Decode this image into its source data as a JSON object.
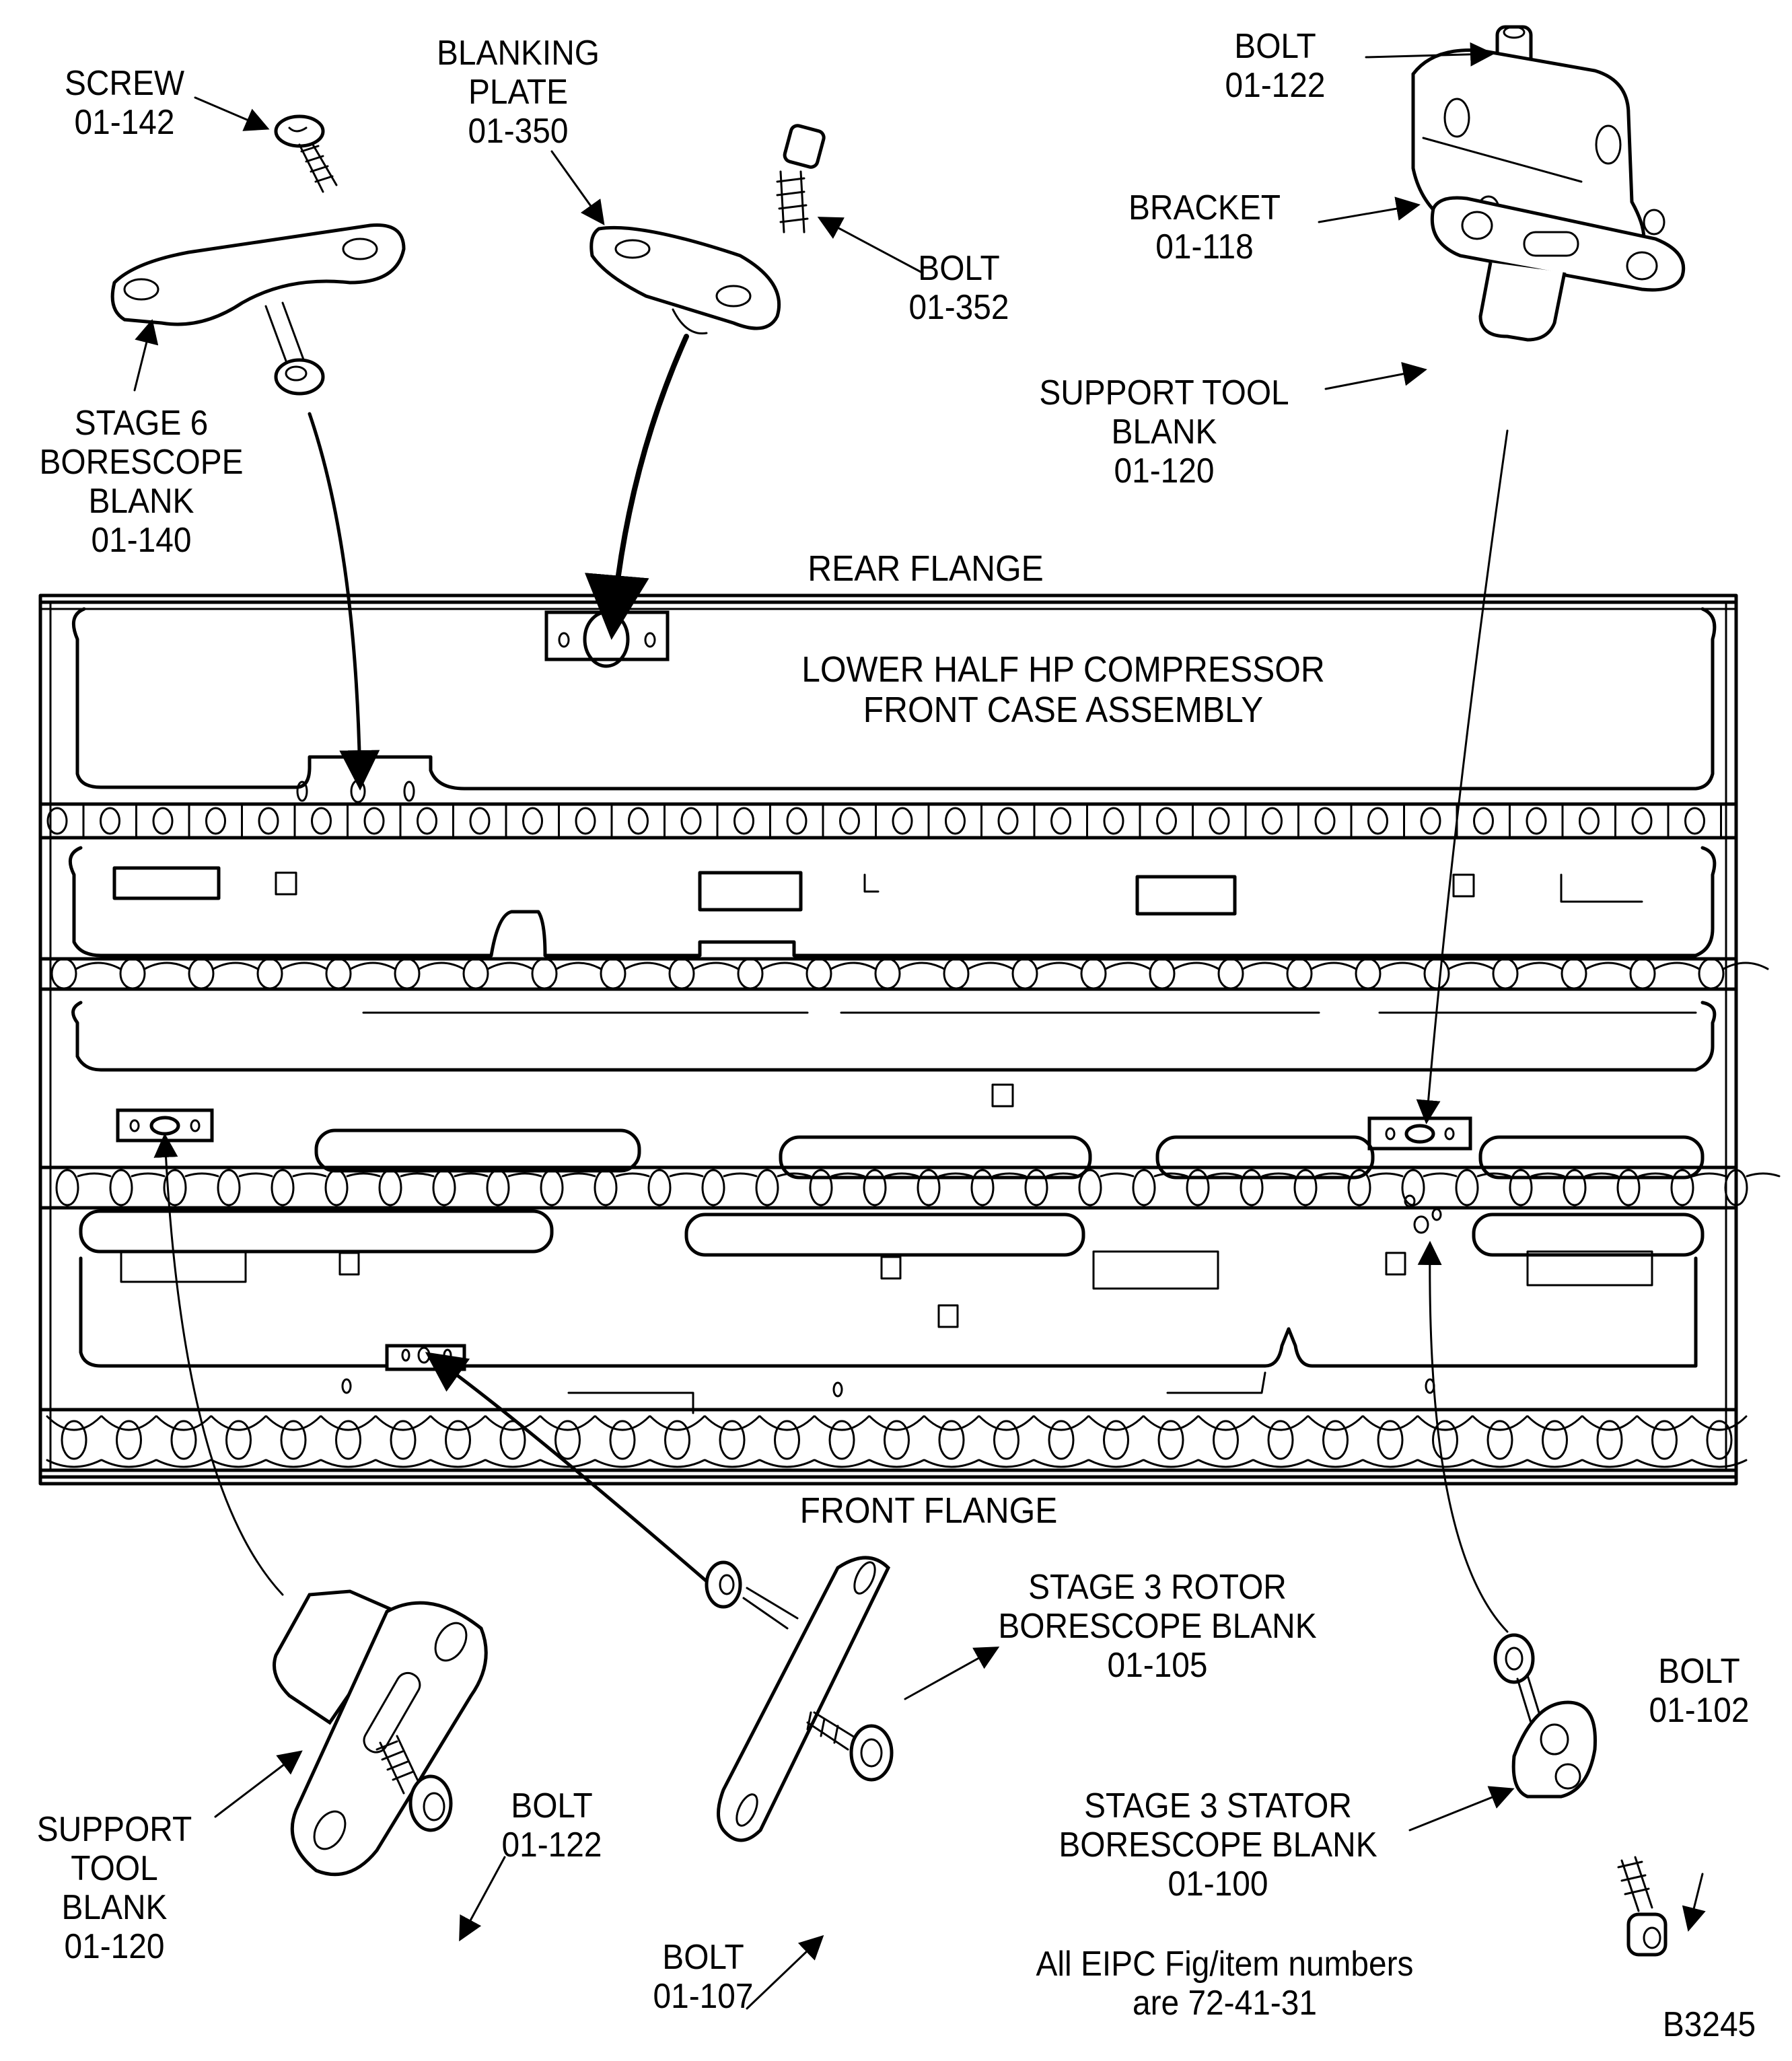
{
  "figure_id": "B3245",
  "assembly": {
    "title_lines": [
      "LOWER HALF HP COMPRESSOR",
      "FRONT CASE ASSEMBLY"
    ],
    "rear_flange_label": "REAR FLANGE",
    "front_flange_label": "FRONT FLANGE"
  },
  "callouts": [
    {
      "id": "screw-01-142",
      "lines": [
        "SCREW",
        "01-142"
      ]
    },
    {
      "id": "blanking-plate-01-350",
      "lines": [
        "BLANKING",
        "PLATE",
        "01-350"
      ]
    },
    {
      "id": "bolt-01-352",
      "lines": [
        "BOLT",
        "01-352"
      ]
    },
    {
      "id": "bolt-01-122-top",
      "lines": [
        "BOLT",
        "01-122"
      ]
    },
    {
      "id": "bracket-01-118",
      "lines": [
        "BRACKET",
        "01-118"
      ]
    },
    {
      "id": "support-tool-blank-01-120-top",
      "lines": [
        "SUPPORT TOOL",
        "BLANK",
        "01-120"
      ]
    },
    {
      "id": "stage6-borescope-blank-01-140",
      "lines": [
        "STAGE 6",
        "BORESCOPE",
        "BLANK",
        "01-140"
      ]
    },
    {
      "id": "stage3-rotor-borescope-blank-01-105",
      "lines": [
        "STAGE 3 ROTOR",
        "BORESCOPE BLANK",
        "01-105"
      ]
    },
    {
      "id": "bolt-01-102",
      "lines": [
        "BOLT",
        "01-102"
      ]
    },
    {
      "id": "stage3-stator-borescope-blank-01-100",
      "lines": [
        "STAGE 3 STATOR",
        "BORESCOPE BLANK",
        "01-100"
      ]
    },
    {
      "id": "support-tool-blank-01-120-bottom",
      "lines": [
        "SUPPORT",
        "TOOL",
        "BLANK",
        "01-120"
      ]
    },
    {
      "id": "bolt-01-122-bottom",
      "lines": [
        "BOLT",
        "01-122"
      ]
    },
    {
      "id": "bolt-01-107",
      "lines": [
        "BOLT",
        "01-107"
      ]
    }
  ],
  "note": {
    "lines": [
      "All EIPC Fig/item numbers",
      "are 72-41-31"
    ]
  }
}
